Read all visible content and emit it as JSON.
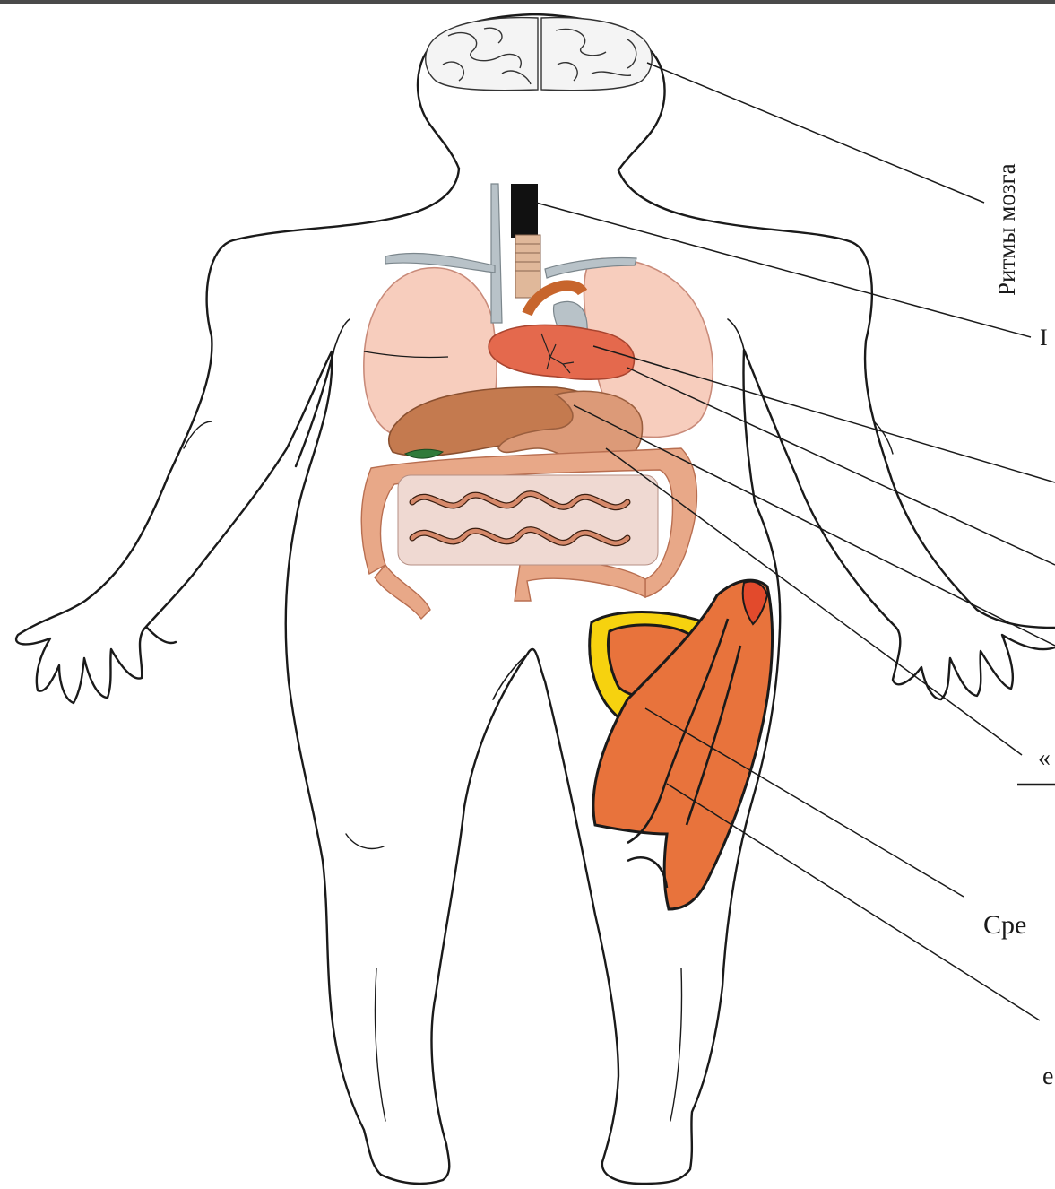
{
  "labels": {
    "brain_rhythms": "Ритмы мозга",
    "trachea_partial": "I",
    "gut_partial": "«",
    "thigh_yellow_partial": "Сре",
    "thigh_muscle_partial": "е"
  },
  "colors": {
    "outline": "#1a1a1a",
    "lung": "#f7cdbd",
    "heart": "#e4694d",
    "liver": "#c47a4f",
    "stomach": "#dc9a78",
    "colon": "#e8a888",
    "small_intestine": "#d6896a",
    "muscle": "#e8733c",
    "fat": "#f6d20f",
    "vessel": "#b8c2c8",
    "trachea": "#111111",
    "gallbladder": "#2f7a3a",
    "top_bar": "#4a4a4a"
  }
}
